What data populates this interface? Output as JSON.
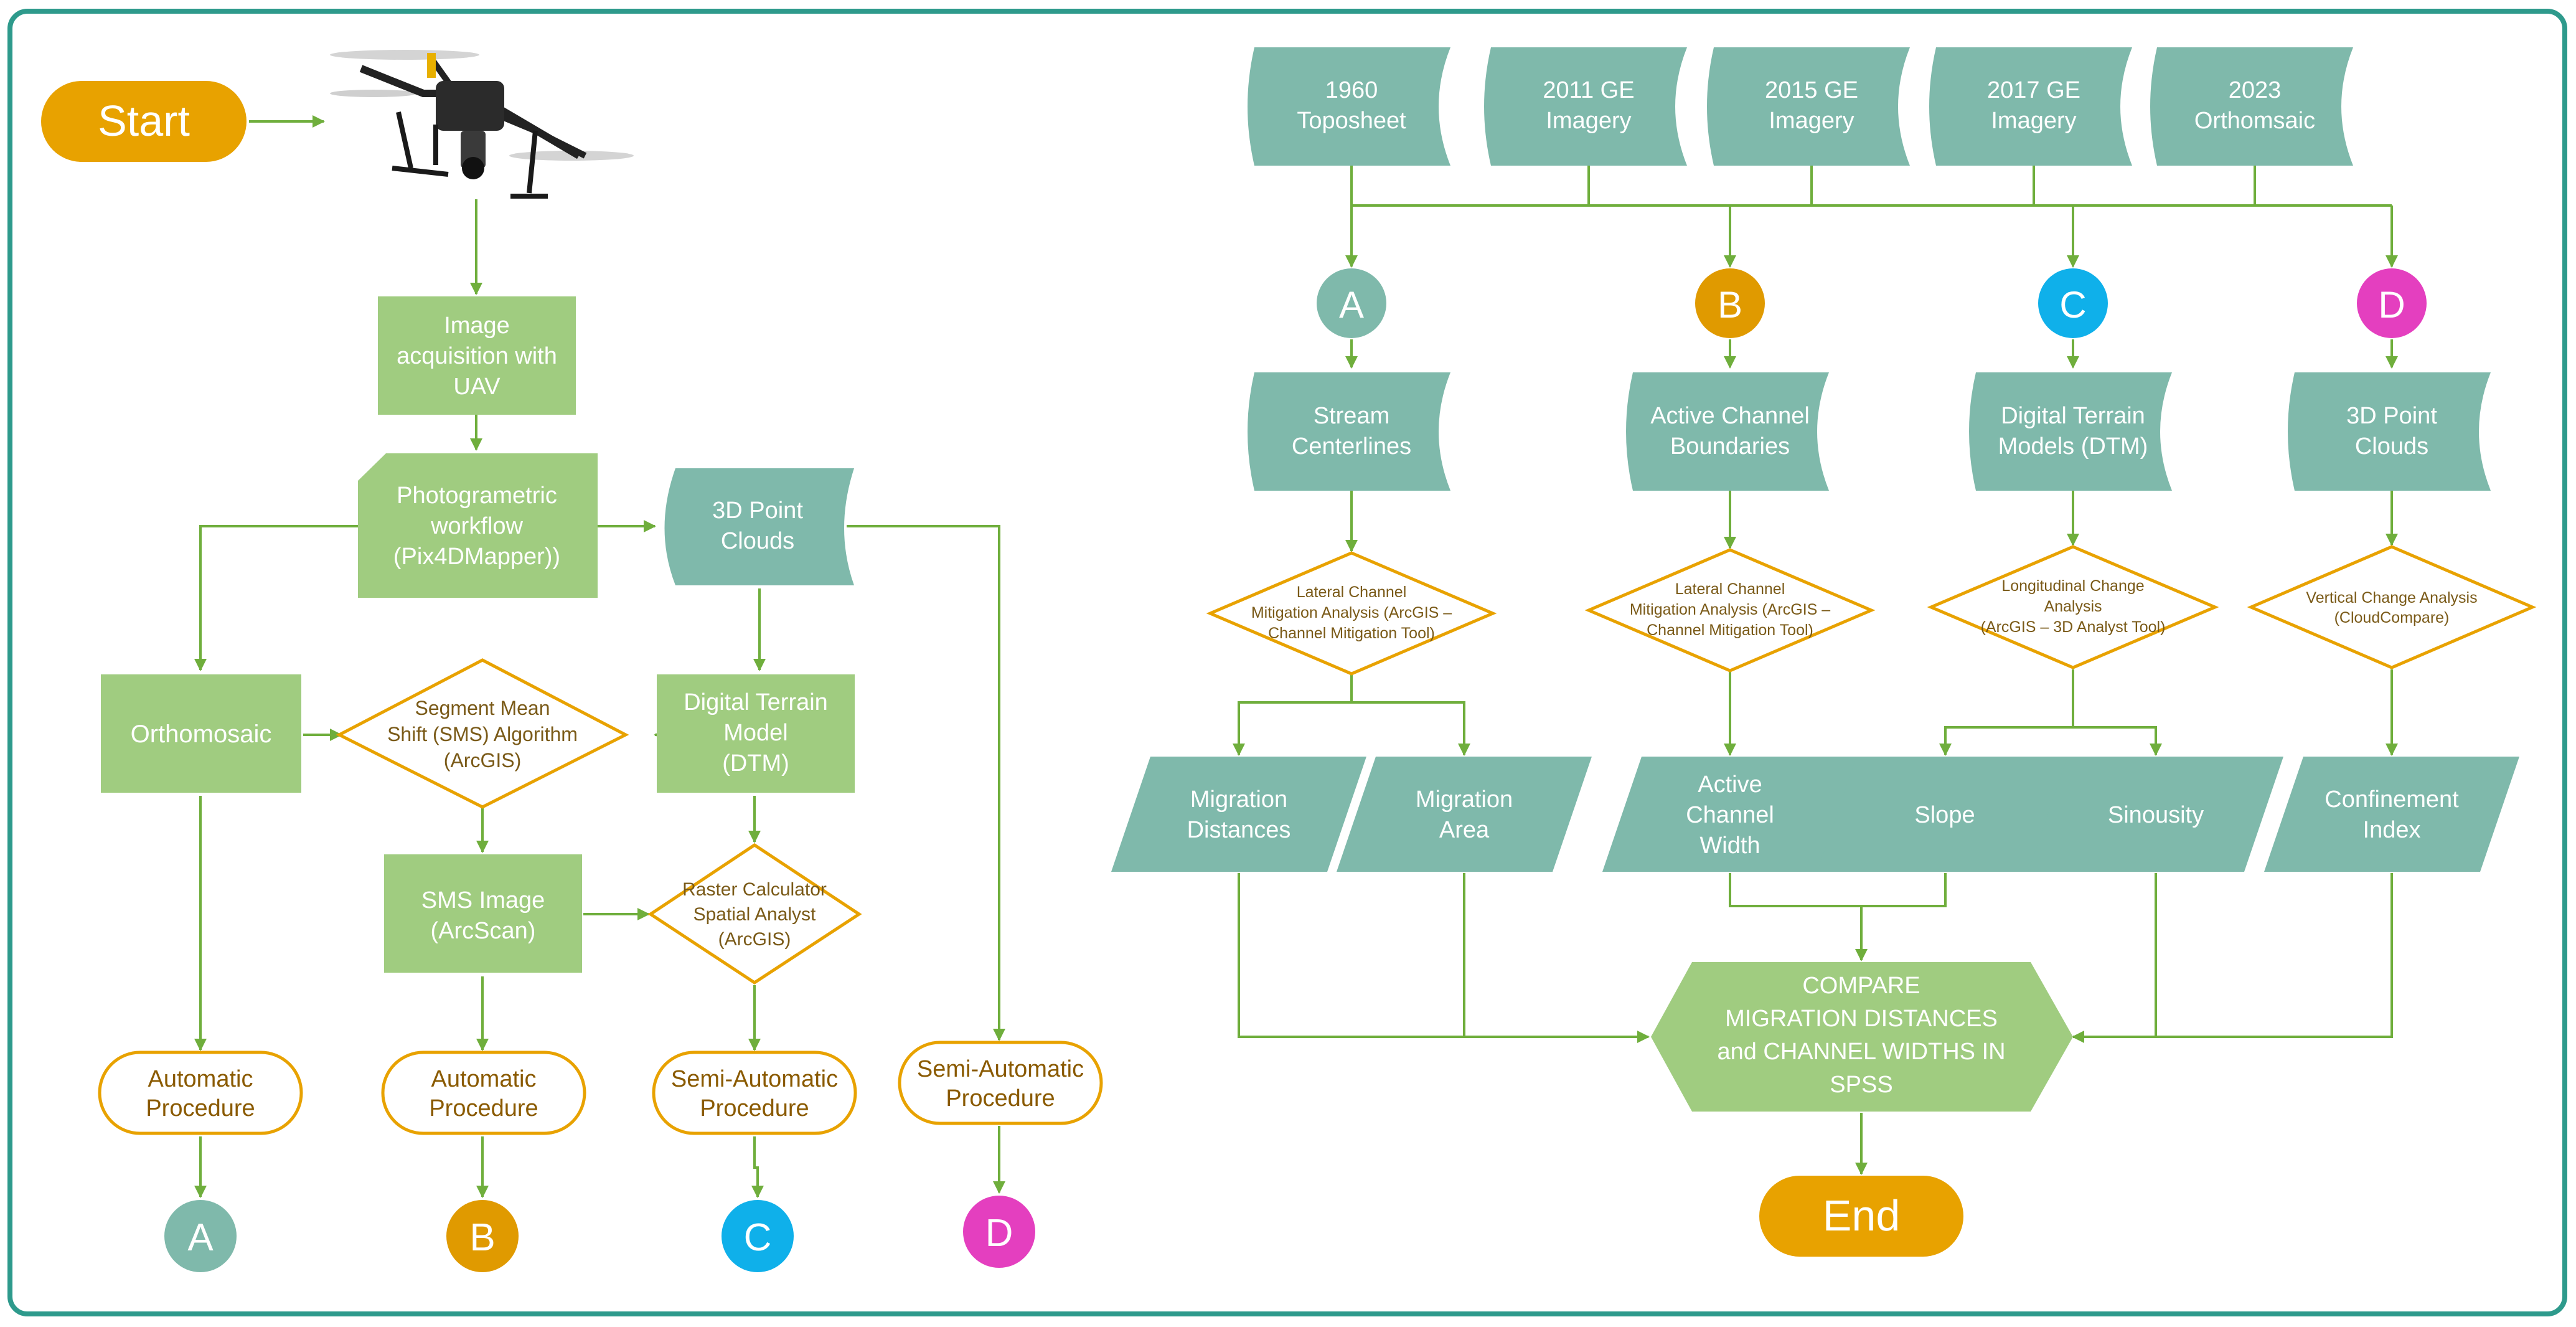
{
  "start": "Start",
  "end": "End",
  "left": {
    "image_acq": [
      "Image",
      "acquisition with",
      "UAV"
    ],
    "photogrammetric": [
      "Photogrametric",
      "workflow",
      "(Pix4DMapper))"
    ],
    "point_clouds": [
      "3D Point",
      "Clouds"
    ],
    "orthomosaic": [
      "Orthomosaic"
    ],
    "sms_algorithm": [
      "Segment Mean",
      "Shift (SMS) Algorithm",
      "(ArcGIS)"
    ],
    "dtm": [
      "Digital Terrain",
      "Model",
      "(DTM)"
    ],
    "sms_image": [
      "SMS Image",
      "(ArcScan)"
    ],
    "raster_calc": [
      "Raster Calculator",
      "Spatial Analyst",
      "(ArcGIS)"
    ],
    "proc_a": [
      "Automatic",
      "Procedure"
    ],
    "proc_b": [
      "Automatic",
      "Procedure"
    ],
    "proc_c": [
      "Semi-Automatic",
      "Procedure"
    ],
    "proc_d": [
      "Semi-Automatic",
      "Procedure"
    ]
  },
  "connectors": [
    "A",
    "B",
    "C",
    "D"
  ],
  "sources": [
    [
      "1960",
      "Toposheet"
    ],
    [
      "2011 GE",
      "Imagery"
    ],
    [
      "2015 GE",
      "Imagery"
    ],
    [
      "2017 GE",
      "Imagery"
    ],
    [
      "2023",
      "Orthomsaic"
    ]
  ],
  "right": {
    "stream": [
      "Stream",
      "Centerlines"
    ],
    "active_boundaries": [
      "Active Channel",
      "Boundaries"
    ],
    "dtm_models": [
      "Digital Terrain",
      "Models (DTM)"
    ],
    "point_clouds": [
      "3D Point",
      "Clouds"
    ],
    "lateral1": [
      "Lateral Channel",
      "Mitigation Analysis (ArcGIS –",
      "Channel Mitigation Tool)"
    ],
    "lateral2": [
      "Lateral Channel",
      "Mitigation Analysis (ArcGIS –",
      "Channel Mitigation Tool)"
    ],
    "longitudinal": [
      "Longitudinal  Change",
      "Analysis",
      "(ArcGIS – 3D Analyst Tool)"
    ],
    "vertical": [
      "Vertical Change Analysis",
      "(CloudCompare)"
    ],
    "mig_dist": [
      "Migration",
      "Distances"
    ],
    "mig_area": [
      "Migration",
      "Area"
    ],
    "active_width": [
      "Active",
      "Channel",
      "Width"
    ],
    "slope": [
      "Slope"
    ],
    "sinuosity": [
      "Sinousity"
    ],
    "confinement": [
      "Confinement",
      "Index"
    ],
    "compare": [
      "COMPARE",
      "MIGRATION DISTANCES",
      "and CHANNEL WIDTHS IN",
      "SPSS"
    ]
  },
  "colors": {
    "frame": "#2e9a8c",
    "teal": "#7fb9ab",
    "green": "#a0cc80",
    "arrow": "#6fae3c",
    "orange": "#e8a200",
    "a": "#7fb9ab",
    "b": "#e09a00",
    "c": "#0fb0ea",
    "d": "#e43fbf",
    "proc_text": "#8a5a00",
    "diamond_text": "#7a5a18"
  }
}
